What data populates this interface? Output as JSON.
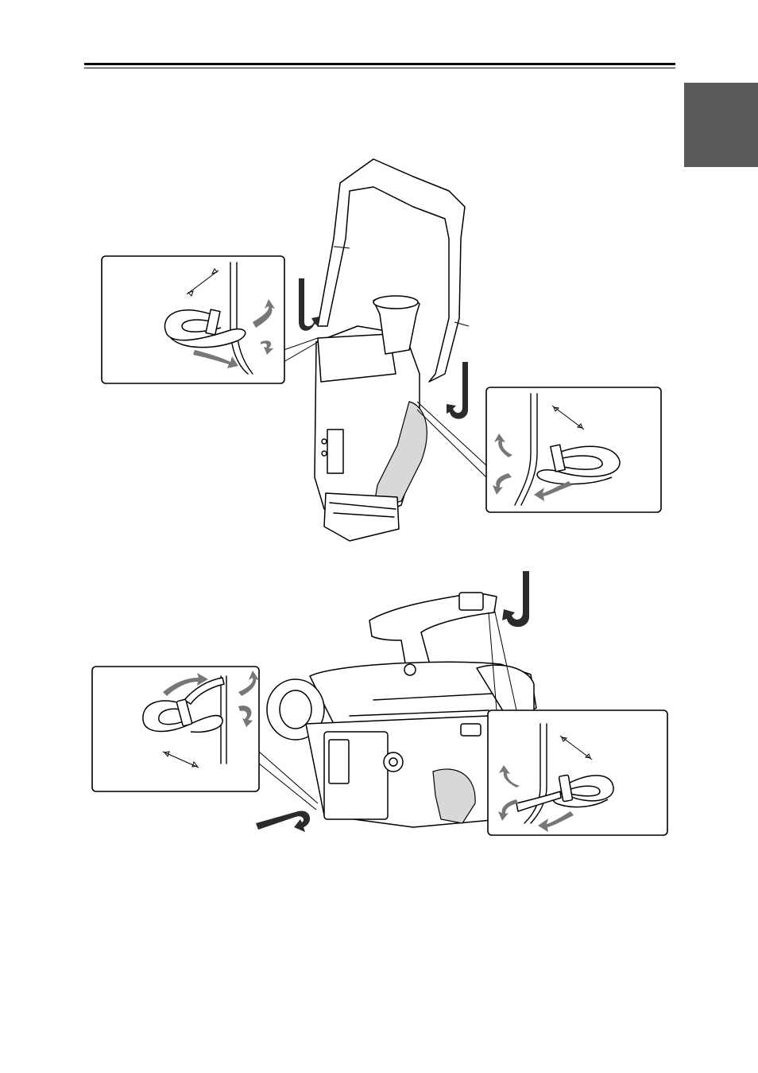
{
  "page": {
    "header_rule": "double-line",
    "side_tab_color": "#5a5a5a"
  },
  "figures": [
    {
      "name": "camcorder-vertical-with-shoulder-strap",
      "callouts": 2
    },
    {
      "name": "camcorder-horizontal-with-handle",
      "callouts": 2
    }
  ],
  "icons": {
    "insert_arrow": "curved-arrow-icon",
    "pull_arrow": "pull-arrow-icon"
  }
}
